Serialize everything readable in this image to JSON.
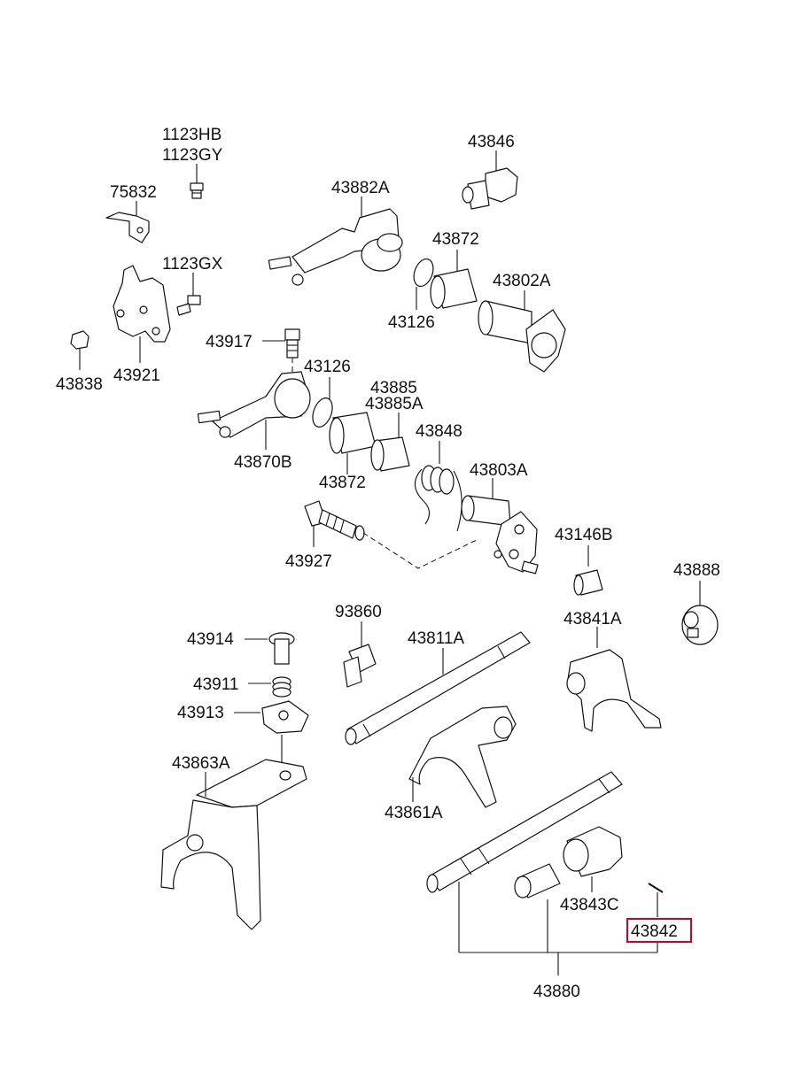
{
  "labels": {
    "l1123hb": "1123HB",
    "l1123gy": "1123GY",
    "l75832": "75832",
    "l1123gx": "1123GX",
    "l43838": "43838",
    "l43921": "43921",
    "l43917": "43917",
    "l43846": "43846",
    "l43882a": "43882A",
    "l43872_top": "43872",
    "l43802a": "43802A",
    "l43126_top": "43126",
    "l43126_mid": "43126",
    "l43885": "43885",
    "l43885a": "43885A",
    "l43848": "43848",
    "l43870b": "43870B",
    "l43872_mid": "43872",
    "l43803a": "43803A",
    "l43927": "43927",
    "l43146b": "43146B",
    "l43888": "43888",
    "l93860": "93860",
    "l43914": "43914",
    "l43911": "43911",
    "l43913": "43913",
    "l43811a": "43811A",
    "l43841a": "43841A",
    "l43863a": "43863A",
    "l43861a": "43861A",
    "l43843c": "43843C",
    "l43842": "43842",
    "l43880": "43880"
  },
  "highlight": {
    "part": "43842",
    "color": "#d0021b"
  },
  "colors": {
    "line": "#111111",
    "background": "#ffffff"
  }
}
